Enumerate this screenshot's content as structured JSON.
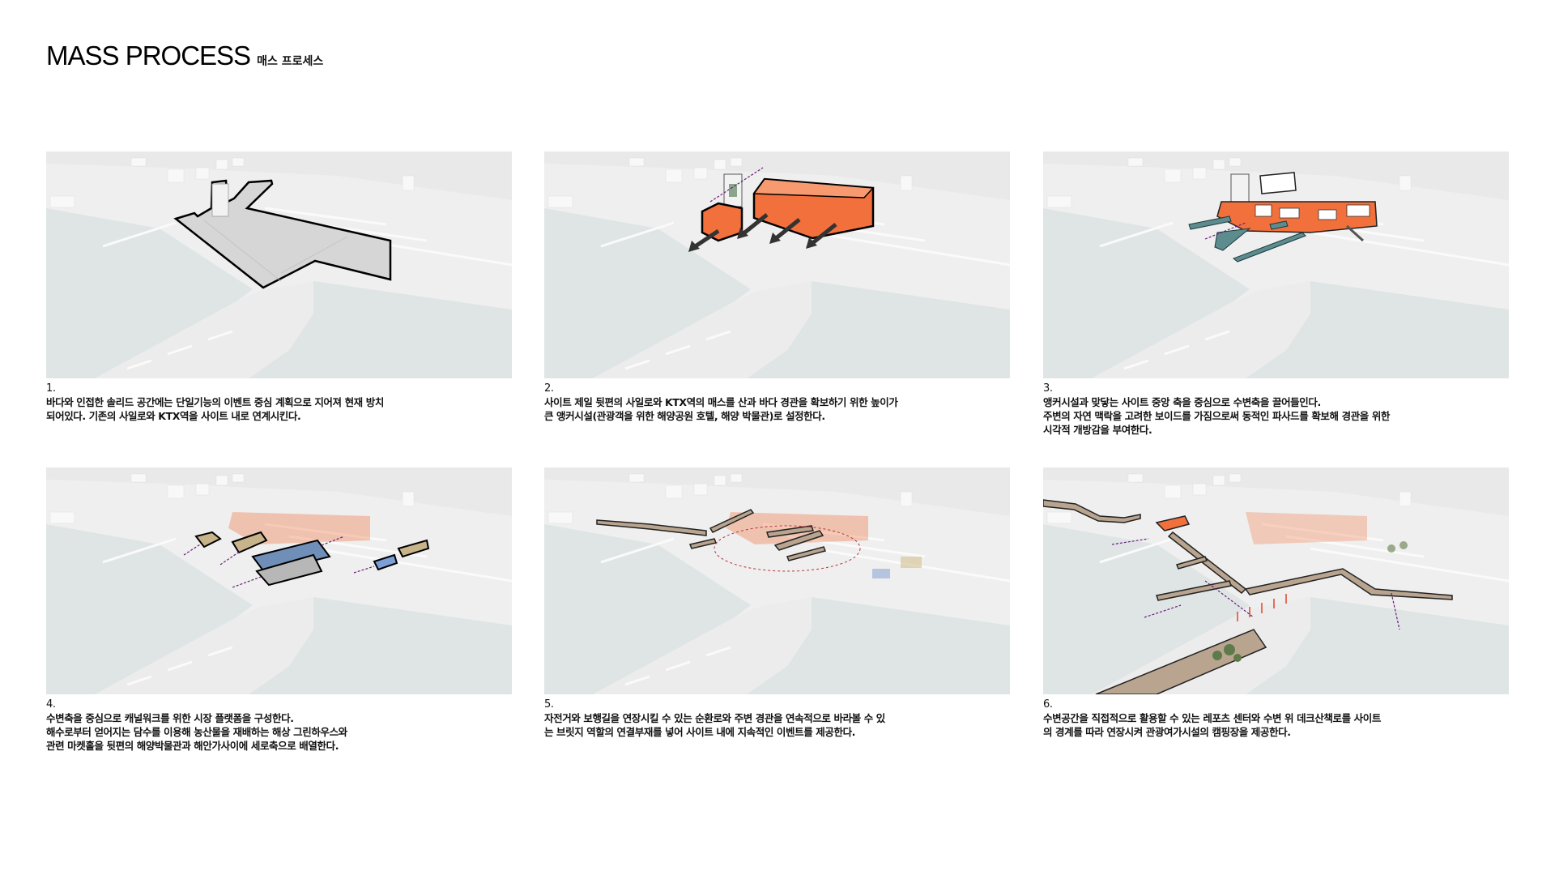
{
  "header": {
    "title": "MASS PROCESS",
    "subtitle": "매스 프로세스"
  },
  "colors": {
    "mass": "#f2703c",
    "deck": "#b9a58f",
    "arrow": "#6b1d7a",
    "water": "#dfe5e5",
    "land": "#efefef"
  },
  "panels": [
    {
      "num": "1.",
      "lines": [
        "바다와 인접한 솔리드 공간에는 단일기능의 이벤트 중심 계획으로 지어져 현재 방치",
        "되어있다. 기존의 사일로와 KTX역을 사이트 내로 연계시킨다."
      ]
    },
    {
      "num": "2.",
      "lines": [
        "사이트 제일 뒷편의 사일로와 KTX역의 매스를 산과 바다 경관을 확보하기 위한 높이가",
        "큰 앵커시설(관광객을 위한 해양공원 호텔, 해양 박물관)로 설정한다."
      ]
    },
    {
      "num": "3.",
      "lines": [
        "앵커시설과 맞닿는 사이트 중앙 축을 중심으로 수변축을 끌어들인다.",
        "주변의 자연 맥락을 고려한 보이드를 가짐으로써 동적인 파사드를 확보해 경관을 위한",
        "시각적 개방감을 부여한다."
      ]
    },
    {
      "num": "4.",
      "lines": [
        "수변축을 중심으로 캐널워크를 위한 시장 플랫폼을 구성한다.",
        "해수로부터 얻어지는 담수를 이용해 농산물을 재배하는 해상 그린하우스와",
        "관련 마켓홀을 뒷편의 해양박물관과 해안가사이에 세로축으로 배열한다."
      ]
    },
    {
      "num": "5.",
      "lines": [
        "자전거와 보행길을 연장시킬 수 있는 순환로와 주변 경관을 연속적으로 바라볼 수 있",
        "는 브릿지 역할의 연결부재를 넣어 사이트 내에 지속적인 이벤트를 제공한다."
      ]
    },
    {
      "num": "6.",
      "lines": [
        "수변공간을 직접적으로 활용할 수 있는 레포츠 센터와 수변 위 데크산책로를 사이트",
        "의 경계를 따라 연장시켜 관광여가시설의 캠핑장을 제공한다."
      ]
    }
  ]
}
